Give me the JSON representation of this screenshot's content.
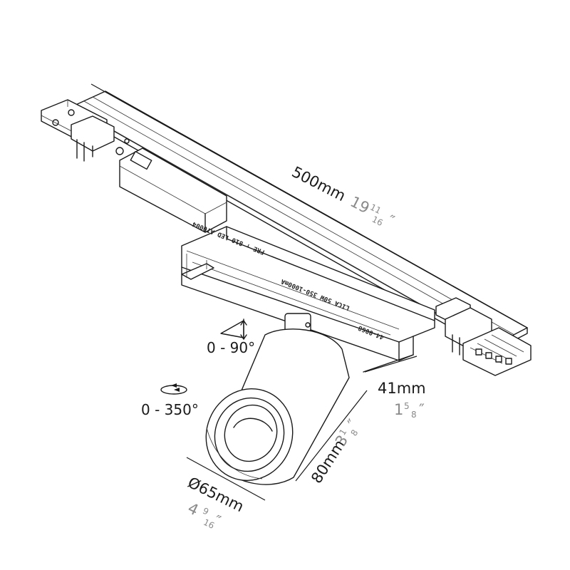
{
  "dimensions": {
    "length": {
      "mm": "500mm",
      "inch_whole": "19",
      "inch_num": "11",
      "inch_den": "16",
      "inch_mark": "″"
    },
    "width": {
      "mm": "41mm",
      "inch_whole": "1",
      "inch_num": "5",
      "inch_den": "8",
      "inch_mark": "″"
    },
    "height": {
      "mm": "80mm",
      "inch_whole": "3",
      "inch_num": "1",
      "inch_den": "8",
      "inch_mark": "″"
    },
    "diameter": {
      "mm": "Ø65mm",
      "inch_whole": "4",
      "inch_num": "9",
      "inch_den": "16",
      "inch_mark": "″"
    }
  },
  "angles": {
    "tilt": "0 - 90°",
    "rotation": "0 - 350°"
  },
  "body_label": {
    "line1": "FRE ↑ 810 LED AT0004",
    "line2": "LICA 50W 350-1000mA",
    "line3": "44-0068"
  },
  "colors": {
    "line": "#1a1a1a",
    "metric_text": "#1a1a1a",
    "imperial_text": "#8a8a8a"
  }
}
